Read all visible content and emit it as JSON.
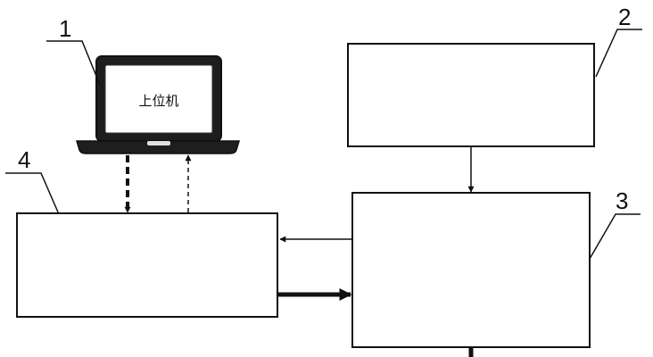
{
  "diagram": {
    "callouts": {
      "laptop": "1",
      "box_top_right": "2",
      "box_right": "3",
      "box_left": "4"
    },
    "laptop_screen_text": "上位机"
  },
  "colors": {
    "line": "#111111",
    "background": "#ffffff",
    "screen": "#ffffff",
    "laptop_body": "#1e1e1e"
  }
}
